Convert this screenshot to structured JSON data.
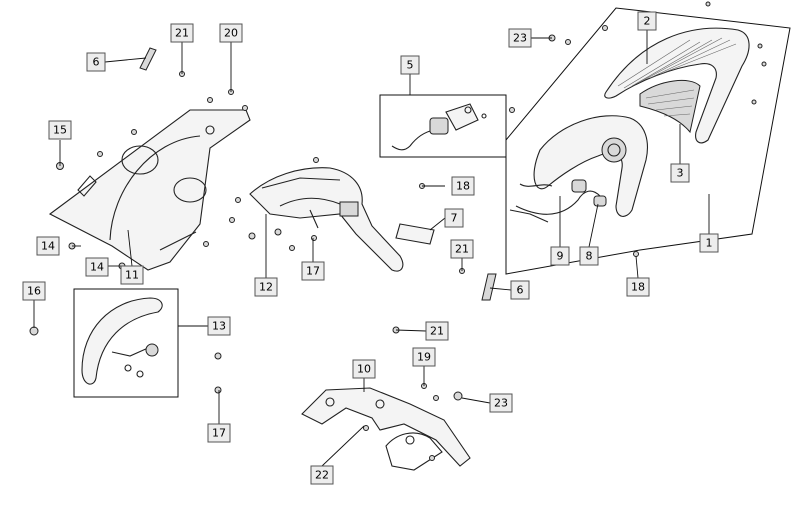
{
  "callouts": [
    {
      "id": "c1",
      "label": "1"
    },
    {
      "id": "c2",
      "label": "2"
    },
    {
      "id": "c3",
      "label": "3"
    },
    {
      "id": "c5",
      "label": "5"
    },
    {
      "id": "c6a",
      "label": "6"
    },
    {
      "id": "c6b",
      "label": "6"
    },
    {
      "id": "c7",
      "label": "7"
    },
    {
      "id": "c8",
      "label": "8"
    },
    {
      "id": "c9",
      "label": "9"
    },
    {
      "id": "c10",
      "label": "10"
    },
    {
      "id": "c11",
      "label": "11"
    },
    {
      "id": "c12",
      "label": "12"
    },
    {
      "id": "c13",
      "label": "13"
    },
    {
      "id": "c14a",
      "label": "14"
    },
    {
      "id": "c14b",
      "label": "14"
    },
    {
      "id": "c15",
      "label": "15"
    },
    {
      "id": "c16",
      "label": "16"
    },
    {
      "id": "c17a",
      "label": "17"
    },
    {
      "id": "c17b",
      "label": "17"
    },
    {
      "id": "c18a",
      "label": "18"
    },
    {
      "id": "c18b",
      "label": "18"
    },
    {
      "id": "c19",
      "label": "19"
    },
    {
      "id": "c20",
      "label": "20"
    },
    {
      "id": "c21a",
      "label": "21"
    },
    {
      "id": "c21b",
      "label": "21"
    },
    {
      "id": "c21c",
      "label": "21"
    },
    {
      "id": "c22",
      "label": "22"
    },
    {
      "id": "c23a",
      "label": "23"
    },
    {
      "id": "c23b",
      "label": "23"
    }
  ]
}
